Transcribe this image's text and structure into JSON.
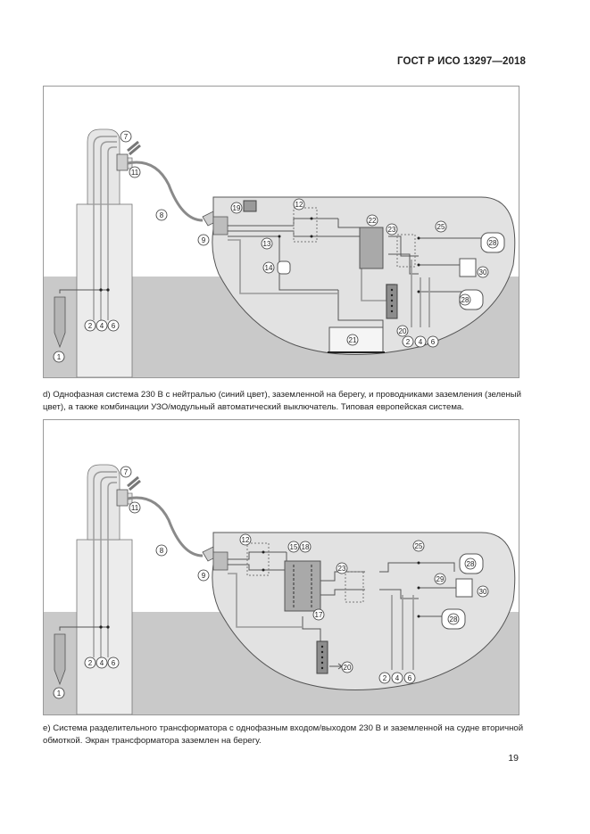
{
  "header": {
    "standard": "ГОСТ Р ИСО 13297—2018"
  },
  "figure_d": {
    "caption": "d)  Однофазная система 230 В с нейтралью (синий цвет), заземленной на берегу, и проводниками заземления (зеленый цвет), а также комбинации УЗО/модульный автоматический выключатель. Типовая европейская система.",
    "labels": {
      "n1": "1",
      "n2": "2",
      "n4": "4",
      "n6": "6",
      "n7": "7",
      "n8": "8",
      "n9": "9",
      "n11": "11",
      "n12": "12",
      "n13": "13",
      "n14": "14",
      "n19": "19",
      "n20": "20",
      "n21": "21",
      "n22": "22",
      "n23": "23",
      "n25": "25",
      "n28a": "28",
      "n28b": "28",
      "n30": "30",
      "b2": "2",
      "b4": "4",
      "b6": "6"
    }
  },
  "figure_e": {
    "caption": "e)  Система разделительного трансформатора с однофазным входом/выходом 230 В и заземленной на судне вторичной обмоткой. Экран трансформатора заземлен на берегу.",
    "labels": {
      "n1": "1",
      "n2": "2",
      "n4": "4",
      "n6": "6",
      "n7": "7",
      "n8": "8",
      "n9": "9",
      "n11": "11",
      "n12": "12",
      "n15": "15",
      "n18": "18",
      "n17": "17",
      "n20": "20",
      "n23": "23",
      "n25": "25",
      "n28a": "28",
      "n28b": "28",
      "n29": "29",
      "n30": "30",
      "b2": "2",
      "b4": "4",
      "b6": "6"
    }
  },
  "page_number": "19"
}
